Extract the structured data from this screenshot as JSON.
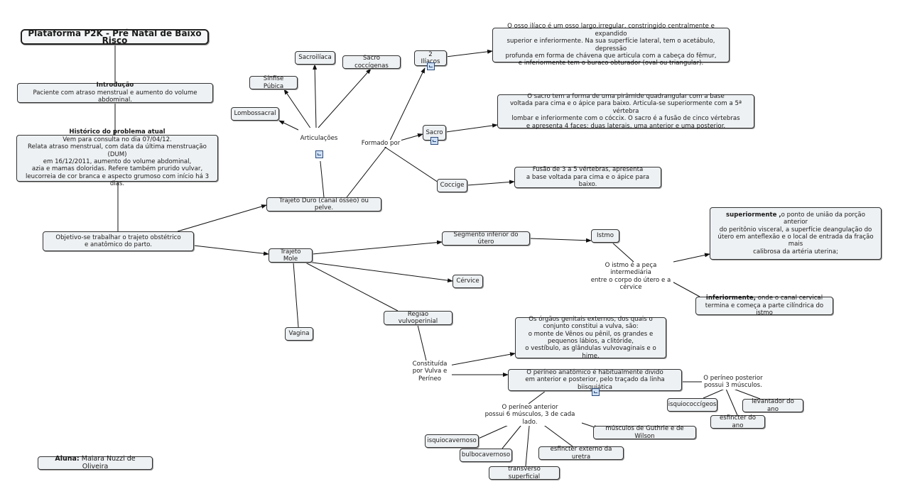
{
  "root": "Plataforma P2K - Pré Natal de Baixo Risco",
  "intro": {
    "title": "Introdução",
    "text": "Paciente com atraso menstrual e aumento do volume abdominal."
  },
  "historico": {
    "title": "Histórico do problema atual",
    "text": "Vem para consulta no dia 07/04/12.\nRelata atraso menstrual, com data da última menstruação (DUM)\nem 16/12/2011, aumento do volume abdominal,\nazia e mamas doloridas. Refere também prurido vulvar,\nleucorreia de cor branca e aspecto grumoso com início há 3 dias."
  },
  "objetivo": "Objetivo-se trabalhar o trajeto obstétrico\ne anatômico do parto.",
  "trajeto_duro": "Trajeto Duro (canal ósseo) ou pelve.",
  "articulacoes": "Articulações",
  "sacroiliaca": "Sacroilíaca",
  "sacro_coccigenas": "Sacro coccígenas",
  "sinfise": "Sínfise Púbica",
  "lombossacral": "Lombossacral",
  "formado_por": "Formado por",
  "iliacos": "2 Ilíacos",
  "iliacos_desc": "O osso ilíaco é um osso largo,irregular, constringido centralmente e expandido\nsuperior e inferiormente. Na sua superfície lateral, tem o acetábulo, depressão\nprofunda em forma de chávena que articula com a cabeça do fêmur,\ne inferiormente tem o buraco obturador (oval ou triangular).",
  "sacro": "Sacro",
  "sacro_desc": "O sacro tem a forma de uma pirâmide quadrangular com a base\nvoltada para cima e o ápice para baixo. Articula-se superiormente com a 5ª vértebra\nlombar e inferiormente com o cóccix. O sacro é a fusão de cinco vértebras\ne apresenta 4 faces: duas laterais, uma anterior e uma posterior.",
  "coccige": "Coccige",
  "coccige_desc": "Fusão de 3 a 5 vértebras, apresenta\na base voltada para cima e o ápice para baixo.",
  "trajeto_mole": "Trajeto Mole",
  "segmento": "Segmento inferior do útero",
  "istmo": "Istmo",
  "istmo_desc": "O istmo é a peça intermediária\nentre o corpo do útero e a cérvice",
  "superiormente_bold": "superiormente ,",
  "superiormente_text": "o ponto de união da porção anterior\ndo peritônio visceral, a superfície deangulação do\nútero em anteflexão e o local de entrada da fração mais\ncalibrosa da artéria uterina;",
  "inferiormente_bold": "inferiormente,",
  "inferiormente_text": " onde o canal cervical\ntermina e começa a parte cilíndrica do istmo",
  "cervice": "Cérvice",
  "regiao": "Região vulvoperinial",
  "vagina": "Vagina",
  "constituida": "Constituída\npor Vulva e\nPeríneo",
  "vulva_desc": "Os órgãos genitais externos, dos quais o\nconjunto constitui a vulva, são:\no monte de Vênos ou pênil, os grandes e\npequenos lábios, a clitóride,\no vestíbulo, as glândulas vulvovaginais e o hime.",
  "perineo": "O períneo anatômico é habitualmente divido\nem anterior e posterior, pelo traçado da linha biisquiática",
  "perineo_posterior": "O períneo posterior\npossui 3 músculos.",
  "isquiococcigeos": "isquiococcígeos",
  "levantador": "levantador do ano",
  "esfincter_ano": "esfincter do ano",
  "perineo_anterior": "O períneo anterior\npossui 6 músculos, 3 de cada lado.",
  "isquiocavernoso": "isquiocavernoso",
  "bulbocavernoso": "bulbocavernoso",
  "transverso": "transverso superficial",
  "esfincter_uretra": "esfincter externo da uretra",
  "guthrie": "músculos de Guthrie e de Wilson",
  "aluna_label": "Aluna:",
  "aluna_name": " Maiara Nuzzi de Oliveira",
  "colors": {
    "node_fill": "#eef1f3",
    "border": "#333333",
    "line": "#111111",
    "attachment": "#cfe0f5"
  },
  "icons": {
    "attachment": "attachment-icon"
  }
}
